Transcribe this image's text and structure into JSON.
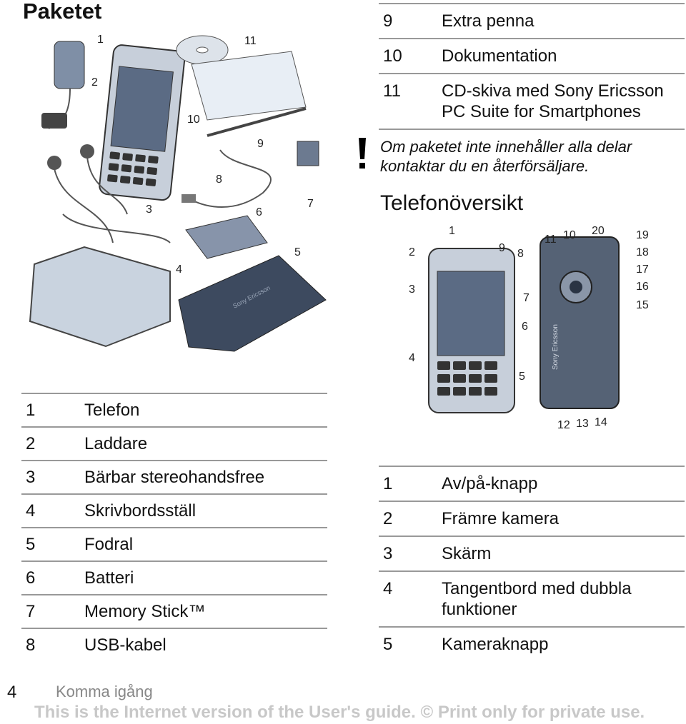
{
  "page_title": "Paketet",
  "section_title": "Telefonöversikt",
  "package_items": [
    {
      "num": "1",
      "label": "Telefon"
    },
    {
      "num": "2",
      "label": "Laddare"
    },
    {
      "num": "3",
      "label": "Bärbar stereohandsfree"
    },
    {
      "num": "4",
      "label": "Skrivbordsställ"
    },
    {
      "num": "5",
      "label": "Fodral"
    },
    {
      "num": "6",
      "label": "Batteri"
    },
    {
      "num": "7",
      "label": "Memory Stick™"
    },
    {
      "num": "8",
      "label": "USB-kabel"
    },
    {
      "num": "9",
      "label": "Extra penna"
    },
    {
      "num": "10",
      "label": "Dokumentation"
    },
    {
      "num": "11",
      "label": "CD-skiva med Sony Ericsson PC Suite for Smartphones"
    }
  ],
  "warning_note": "Om paketet inte innehåller alla delar kontaktar du en återförsäljare.",
  "phone_parts": [
    {
      "num": "1",
      "label": "Av/på-knapp"
    },
    {
      "num": "2",
      "label": "Främre kamera"
    },
    {
      "num": "3",
      "label": "Skärm"
    },
    {
      "num": "4",
      "label": "Tangentbord med dubbla funktioner"
    },
    {
      "num": "5",
      "label": "Kameraknapp"
    }
  ],
  "illustration_package_callouts": [
    "1",
    "2",
    "3",
    "4",
    "5",
    "6",
    "7",
    "8",
    "9",
    "10",
    "11"
  ],
  "illustration_phone_callouts": [
    "1",
    "2",
    "3",
    "4",
    "5",
    "6",
    "7",
    "8",
    "9",
    "10",
    "11",
    "12",
    "13",
    "14",
    "15",
    "16",
    "17",
    "18",
    "19",
    "20"
  ],
  "device_brand_text": "Sony Ericsson",
  "footer": {
    "page_number": "4",
    "section": "Komma igång",
    "notice": "This is the Internet version of the User's guide. © Print only for private use."
  }
}
